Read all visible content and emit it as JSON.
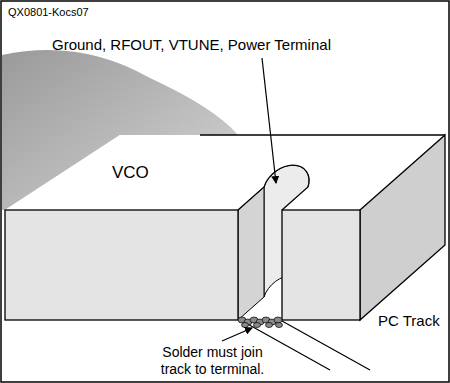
{
  "diagram": {
    "labels": [
      "QX0801-Kocs07",
      "Ground, RFOUT, VTUNE, Power Terminal",
      "VCO",
      "PC Track",
      "Solder must join track to terminal."
    ]
  }
}
